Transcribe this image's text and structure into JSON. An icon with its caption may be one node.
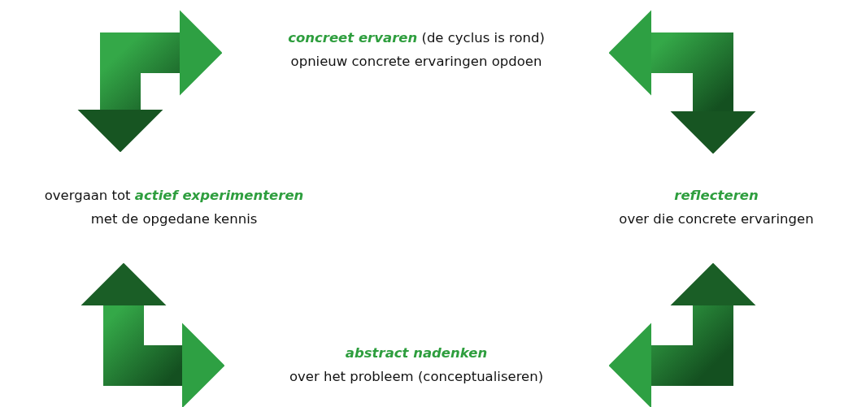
{
  "diagram": {
    "nodes": [
      {
        "text": [
          "**concreet ervaren** (de cyclus is rond)",
          "opnieuw concrete ervaringen opdoen"
        ]
      },
      {
        "text": [
          "reflecteren",
          "over die concrete ervaringen"
        ]
      },
      {
        "text": [
          "abstract nadenken",
          "over het probleem (conceptualiseren)"
        ]
      },
      {
        "text": [
          "overgaan tot **actief experimenteren**",
          "met de opgedane kennis"
        ]
      }
    ],
    "edges": [
      {
        "from": 3,
        "to": 0,
        "arrow": "both"
      },
      {
        "from": 0,
        "to": 1,
        "arrow": "both"
      },
      {
        "from": 1,
        "to": 2,
        "arrow": "both"
      },
      {
        "from": 2,
        "to": 3,
        "arrow": "both"
      }
    ]
  }
}
